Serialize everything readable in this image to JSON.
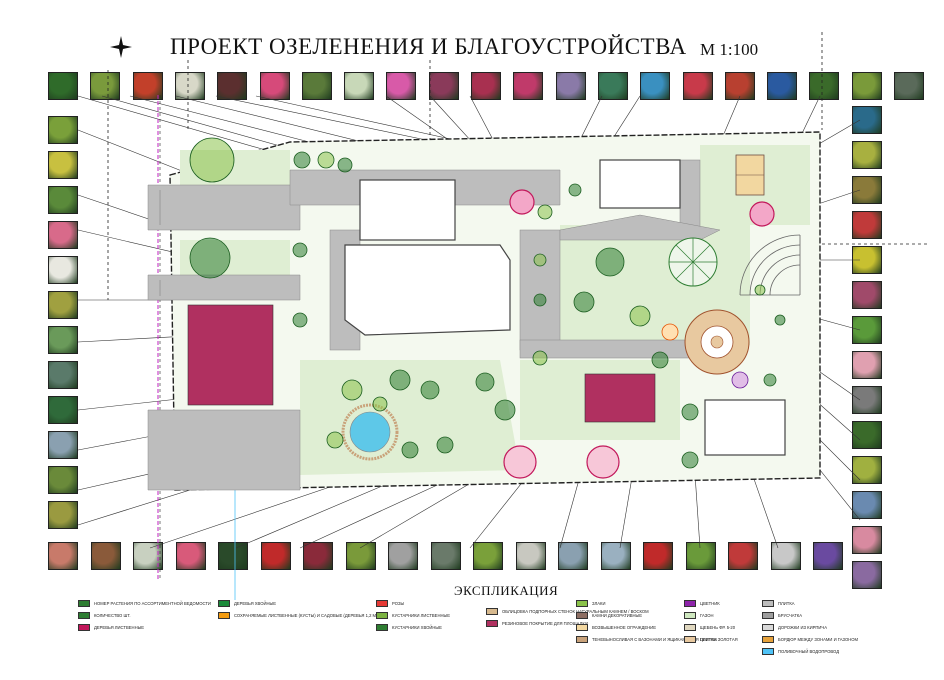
{
  "title": "ПРОЕКТ ОЗЕЛЕНЕНИЯ И БЛАГОУСТРОЙСТВА",
  "scale": "М 1:100",
  "legend": {
    "title": "ЭКСПЛИКАЦИЯ",
    "items": [
      {
        "label": "НОМЕР РАСТЕНИЯ ПО АССОРТИМЕНТНОЙ ВЕДОМОСТИ",
        "color": "#2e7d32"
      },
      {
        "label": "КОЛИЧЕСТВО ШТ.",
        "color": "#2e7d32"
      },
      {
        "label": "ДЕРЕВЬЯ ЛИСТВЕННЫЕ",
        "color": "#c2185b"
      },
      {
        "label": "ДЕРЕВЬЯ ХВОЙНЫЕ",
        "color": "#1b8a3a"
      },
      {
        "label": "СОХРАНЯЕМЫЕ ЛИСТВЕННЫЕ (КУСТЫ) И САДОВЫЕ (ДЕРЕВЬЯ 1,2 М)",
        "color": "#f39c12"
      },
      {
        "label": "РОЗЫ",
        "color": "#e53935"
      },
      {
        "label": "КУСТАРНИКИ ЛИСТВЕННЫЕ",
        "color": "#7cb342"
      },
      {
        "label": "КУСТАРНИКИ ХВОЙНЫЕ",
        "color": "#2e7d32"
      },
      {
        "label": "ОБЛИЦОВКА ПОДПОРНЫХ СТЕНОК НАТУРАЛЬНЫМ КАМНЕМ / ВОСКОМ",
        "color": "#d7b98e"
      },
      {
        "label": "РЕЗИНОВОЕ ПОКРЫТИЕ ДЛЯ ПЛОЩАДКИ",
        "color": "#b03060"
      },
      {
        "label": "ЗЛАКИ",
        "color": "#8bc34a"
      },
      {
        "label": "КАМНИ ДЕКОРАТИВНЫЕ",
        "color": "#8d6e63"
      },
      {
        "label": "ВОЗВЫШЕННОЕ ОГРАЖДЕНИЕ",
        "color": "#f2d7a0"
      },
      {
        "label": "ТЕНЕВЫНОСЛИВАЯ С ВАЗОНАМИ И ЯЩИКАМИ ДЛЯ ЦВЕТОВ",
        "color": "#c9a27a"
      },
      {
        "label": "ЦВЕТНИК",
        "color": "#8e24aa"
      },
      {
        "label": "ГАЗОН",
        "color": "#cfe8c0"
      },
      {
        "label": "ЩЕБЕНЬ ФР. 5-20",
        "color": "#e0d8c0"
      },
      {
        "label": "ПЛИТКА ЗОЛОТАЯ",
        "color": "#e8c9a0"
      },
      {
        "label": "ПЛИТКА",
        "color": "#bdbdbd"
      },
      {
        "label": "БРУСЧАТКА",
        "color": "#9e9e9e"
      },
      {
        "label": "ДОРОЖКИ ИЗ КИРПИЧА",
        "color": "#d9d9d9"
      },
      {
        "label": "БОРДЮР МЕЖДУ ЗОНАМИ И ГАЗОНОМ",
        "color": "#e6a23c"
      },
      {
        "label": "ПОЛИВОЧНЫЙ ВОДОПРОВОД",
        "color": "#4fc3f7"
      }
    ]
  },
  "thumb_colors": {
    "top": [
      "#2f6b2a",
      "#7a9a3c",
      "#c2402a",
      "#d8d8c8",
      "#5b2f2f",
      "#d64a7a",
      "#5a7a3a",
      "#c8d8b8",
      "#d85aa8",
      "#8a3a5a",
      "#a83050",
      "#c03a6a",
      "#8a7aa8",
      "#3a7a5a",
      "#3a90c0",
      "#c83a4a",
      "#b84030",
      "#2a5aa0",
      "#3a6a2a",
      "#7a9a3a",
      "#5a6a5a"
    ],
    "left": [
      "#7aa03a",
      "#c8c040",
      "#5a8a3a",
      "#d86a8a",
      "#e8e8e0",
      "#a0a040",
      "#6a9a5a",
      "#5a7a6a",
      "#2f6a3a",
      "#8aa0b0",
      "#6a8a3a",
      "#9a9a40"
    ],
    "right": [
      "#2a6a8a",
      "#a8b040",
      "#8a7a3a",
      "#c03a3a",
      "#c8c030",
      "#a04a6a",
      "#5a9a3a",
      "#e0a0b0",
      "#7a7a7a",
      "#3a6a2a",
      "#a0b040",
      "#6a8ab0",
      "#d88aa0",
      "#8a6aa0"
    ],
    "bottom": [
      "#c87a6a",
      "#8a5a3a",
      "#c8d0c0",
      "#d85a7a",
      "#2a4a2a",
      "#c02a2a",
      "#8a2a3a",
      "#7a9a3a",
      "#a0a0a0",
      "#6a7a6a",
      "#7aa03a",
      "#c8c8c0",
      "#8aa0b0",
      "#9ab0c0",
      "#c02a2a",
      "#6a9a3a",
      "#c03a3a",
      "#c8c8c8",
      "#6a4aa0"
    ]
  },
  "plan": {
    "colors": {
      "lawn": "#dfeed3",
      "paving": "#bdbdbd",
      "building": "#ffffff",
      "playground": "#b03060",
      "water": "#5ec8e8",
      "property_line": "#c020c0",
      "boundary": "#222222"
    }
  }
}
